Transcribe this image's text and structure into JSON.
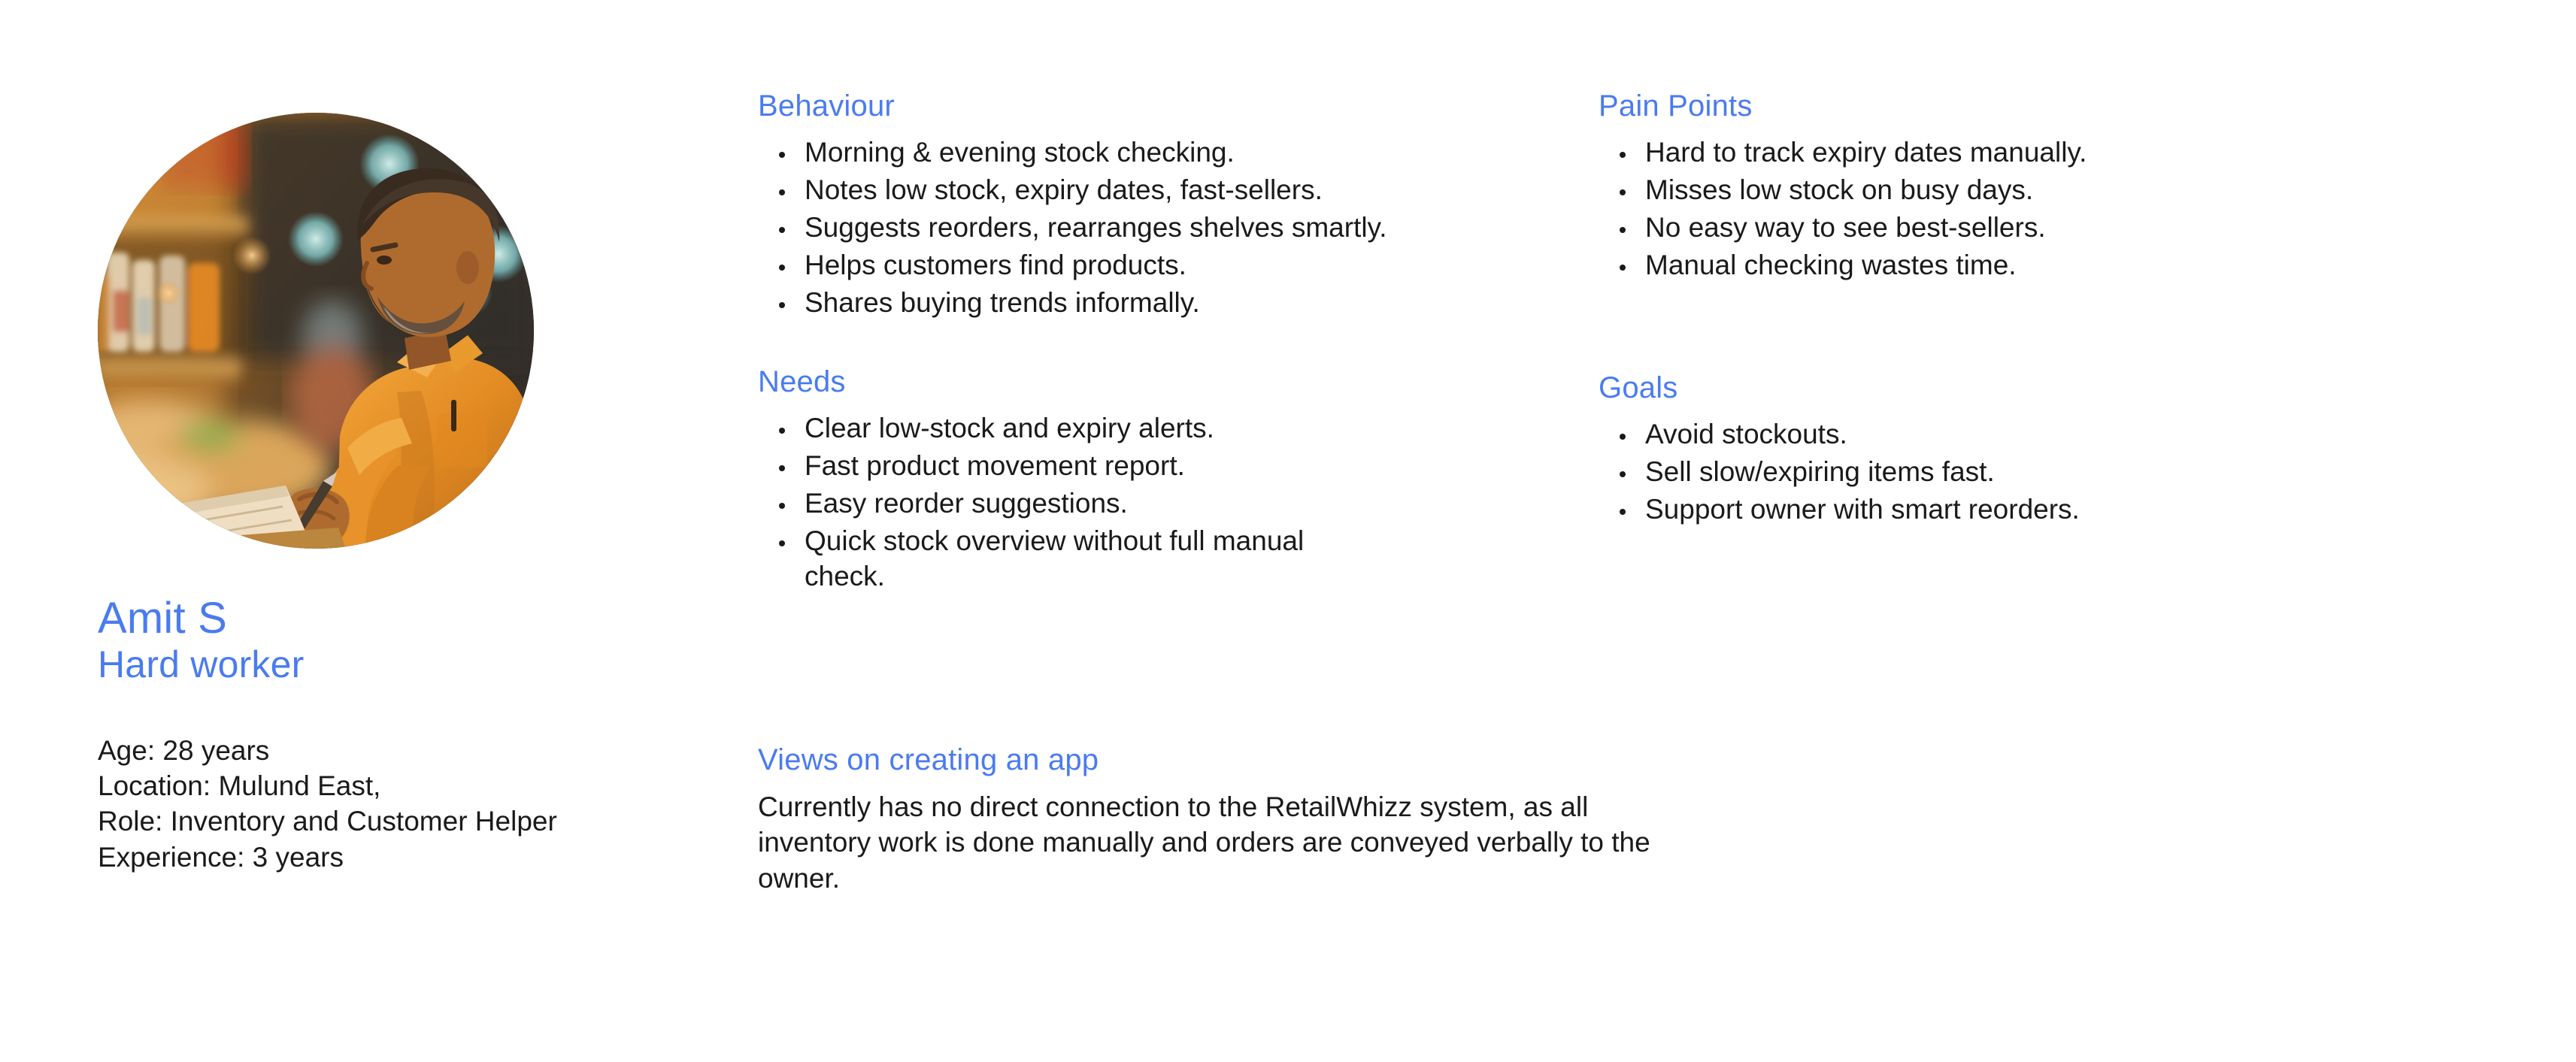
{
  "theme": {
    "accent_blue": "#4a7bf0",
    "text_color": "#1a1a1a",
    "background": "#ffffff"
  },
  "profile": {
    "avatar_alt": "Shopkeeper in orange shirt writing on a clipboard in a shop aisle",
    "name": "Amit S",
    "tagline": "Hard worker",
    "meta": [
      "Age: 28 years",
      "Location: Mulund East,",
      "Role: Inventory and Customer Helper",
      "Experience: 3 years"
    ]
  },
  "sections": {
    "behaviour": {
      "title": "Behaviour",
      "items": [
        "Morning & evening stock checking.",
        "Notes low stock, expiry dates, fast-sellers.",
        "Suggests reorders, rearranges shelves smartly.",
        "Helps customers find products.",
        "Shares buying trends informally."
      ]
    },
    "needs": {
      "title": "Needs",
      "items": [
        "Clear low-stock and expiry alerts.",
        "Fast product movement report.",
        "Easy reorder suggestions.",
        "Quick stock overview without full manual check."
      ]
    },
    "pain_points": {
      "title": "Pain Points",
      "items": [
        "Hard to track expiry dates manually.",
        "Misses low stock on busy days.",
        "No easy way to see best-sellers.",
        "Manual checking wastes time."
      ]
    },
    "goals": {
      "title": "Goals",
      "items": [
        "Avoid stockouts.",
        "Sell slow/expiring items fast.",
        "Support owner with smart reorders."
      ]
    },
    "views": {
      "title": "Views on creating an app",
      "body": "Currently has no direct connection to the RetailWhizz system, as all inventory work is done manually and orders are conveyed verbally to the owner."
    }
  }
}
